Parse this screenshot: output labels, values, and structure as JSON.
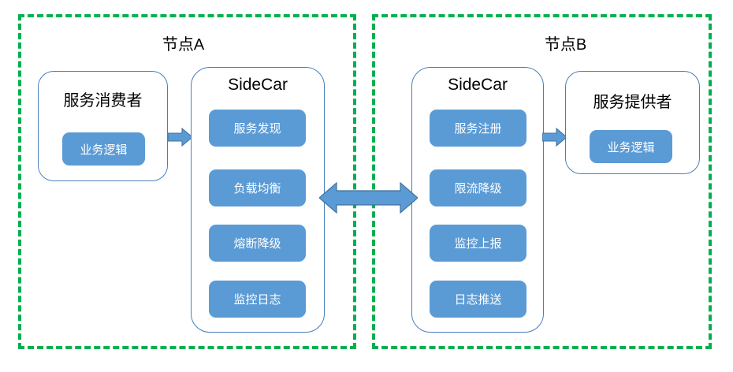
{
  "diagram": {
    "title_a": "节点A",
    "title_b": "节点B",
    "colors": {
      "node_frame_green": "#00B050",
      "pill_blue": "#5B9BD5",
      "panel_border_blue": "#4A7EBB",
      "arrow_fill": "#5B9BD5",
      "arrow_stroke": "#41719C",
      "background": "#FFFFFF",
      "text_dark": "#000000",
      "pill_text": "#FFFFFF"
    }
  },
  "node_a": {
    "title": "节点A",
    "consumer": {
      "title": "服务消费者",
      "pill": "业务逻辑"
    },
    "sidecar": {
      "title": "SideCar",
      "items": [
        {
          "label": "服务发现"
        },
        {
          "label": "负载均衡"
        },
        {
          "label": "熔断降级"
        },
        {
          "label": "监控日志"
        }
      ]
    }
  },
  "node_b": {
    "title": "节点B",
    "sidecar": {
      "title": "SideCar",
      "items": [
        {
          "label": "服务注册"
        },
        {
          "label": "限流降级"
        },
        {
          "label": "监控上报"
        },
        {
          "label": "日志推送"
        }
      ]
    },
    "provider": {
      "title": "服务提供者",
      "pill": "业务逻辑"
    }
  },
  "connectors": [
    {
      "name": "consumer-to-sidecar-a",
      "direction": "right"
    },
    {
      "name": "sidecar-a-to-sidecar-b",
      "direction": "bidirectional"
    },
    {
      "name": "sidecar-b-to-provider",
      "direction": "right"
    }
  ]
}
